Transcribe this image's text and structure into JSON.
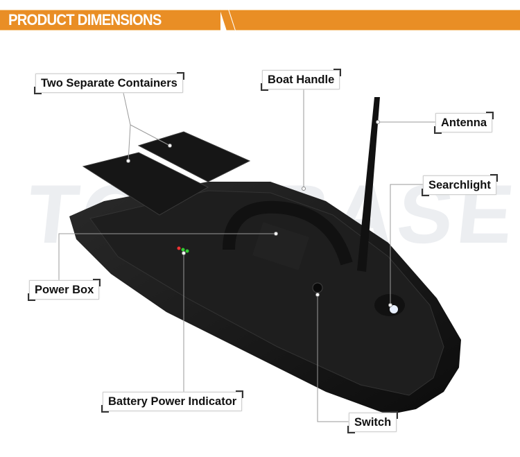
{
  "header": {
    "title": "PRODUCT DIMENSIONS",
    "accent": "#E98E25"
  },
  "watermark": "TOYSBASE",
  "callouts": {
    "containers": "Two Separate Containers",
    "handle": "Boat Handle",
    "antenna": "Antenna",
    "searchlight": "Searchlight",
    "power_box": "Power Box",
    "battery": "Battery Power Indicator",
    "switch": "Switch"
  }
}
